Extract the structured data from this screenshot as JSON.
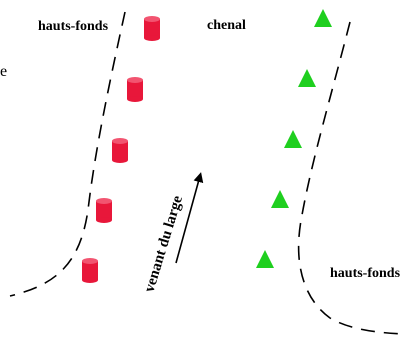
{
  "labels": {
    "top_left": "hauts-fonds",
    "top_center": "chenal",
    "right": "hauts-fonds",
    "arrow": "venant du large",
    "edge_letter": "e"
  },
  "colors": {
    "port_buoy": "#e8173a",
    "starboard_buoy": "#1fcf1f",
    "line": "#000000"
  },
  "icons": {
    "port_buoy": "red-cylinder-buoy-icon",
    "starboard_buoy": "green-cone-buoy-icon"
  }
}
